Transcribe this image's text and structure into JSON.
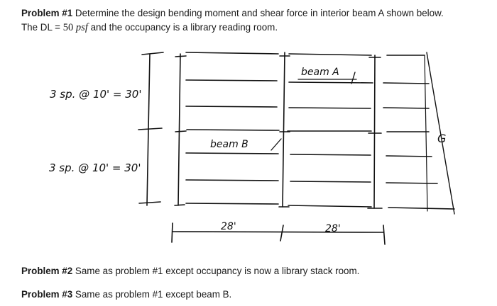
{
  "problem1": {
    "label": "Problem #1",
    "text_a": " Determine the design bending moment and shear force in interior beam A shown below.",
    "text_b": "The DL = ",
    "value": "50",
    "unit": "psf",
    "text_c": " and the occupancy is a library reading room."
  },
  "sketch": {
    "spacing_top": "3 sp. @ 10' = 30'",
    "spacing_bottom": "3 sp. @ 10' = 30'",
    "beam_a_label": "beam A",
    "beam_b_label": "beam B",
    "span_left": "28'",
    "span_right": "28'",
    "girder_tag": "G"
  },
  "problem2": {
    "label": "Problem #2",
    "text": " Same as problem #1 except occupancy is now a library stack room."
  },
  "problem3": {
    "label": "Problem #3",
    "text": " Same as problem #1 except beam B."
  }
}
